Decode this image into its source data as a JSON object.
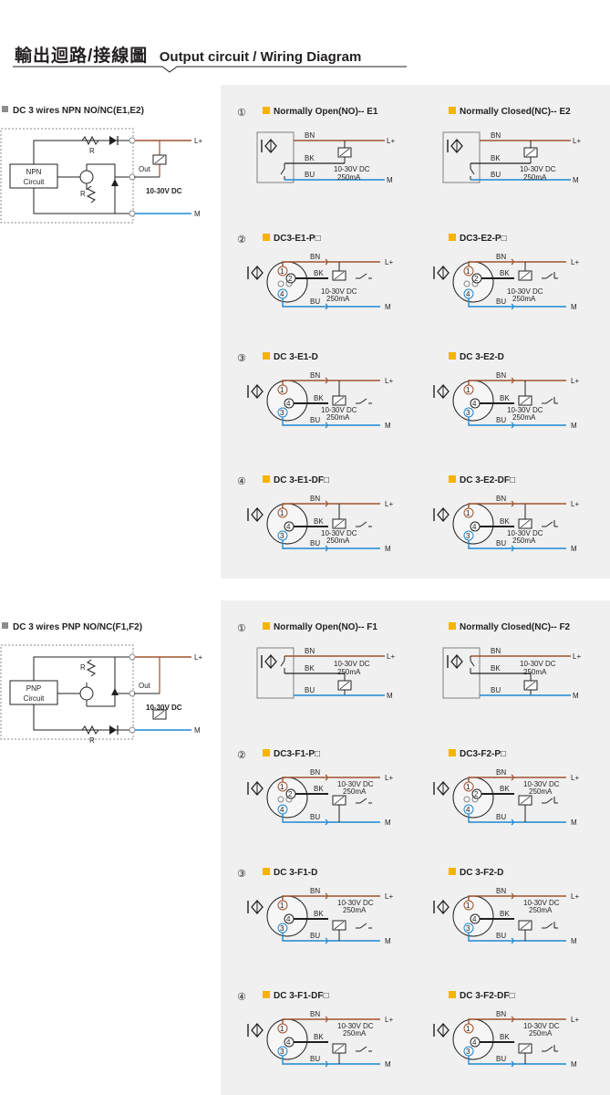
{
  "page": {
    "title_zh": "輸出迴路/接線圖",
    "title_en": "Output circuit / Wiring Diagram"
  },
  "labels": {
    "L_plus": "L+",
    "M": "M",
    "BN": "BN",
    "BK": "BK",
    "BU": "BU",
    "R": "R",
    "out": "Out",
    "voltage": "10-30V DC",
    "current": "250mA",
    "npn_circuit": [
      "NPN",
      "Circuit"
    ],
    "pnp_circuit": [
      "PNP",
      "Circuit"
    ],
    "pin1": "1",
    "pin2": "2",
    "pin3": "3",
    "pin4": "4"
  },
  "colors": {
    "brown": "#a0522d",
    "blue": "#1e88d0",
    "black": "#231f20",
    "yellow": "#f5b400",
    "panel": "#f0f0f0"
  },
  "sections": [
    {
      "side_title": "DC 3 wires NPN NO/NC(E1,E2)",
      "rows": [
        {
          "num": "①",
          "left": "Normally Open(NO)-- E1",
          "right": "Normally Closed(NC)-- E2"
        },
        {
          "num": "②",
          "left": "DC3-E1-P□",
          "right": "DC3-E2-P□"
        },
        {
          "num": "③",
          "left": "DC 3-E1-D",
          "right": "DC 3-E2-D"
        },
        {
          "num": "④",
          "left": "DC 3-E1-DF□",
          "right": "DC 3-E2-DF□"
        }
      ]
    },
    {
      "side_title": "DC 3 wires PNP NO/NC(F1,F2)",
      "rows": [
        {
          "num": "①",
          "left": "Normally Open(NO)-- F1",
          "right": "Normally Closed(NC)-- F2"
        },
        {
          "num": "②",
          "left": "DC3-F1-P□",
          "right": "DC3-F2-P□"
        },
        {
          "num": "③",
          "left": "DC 3-F1-D",
          "right": "DC 3-F2-D"
        },
        {
          "num": "④",
          "left": "DC 3-F1-DF□",
          "right": "DC 3-F2-DF□"
        }
      ]
    }
  ]
}
